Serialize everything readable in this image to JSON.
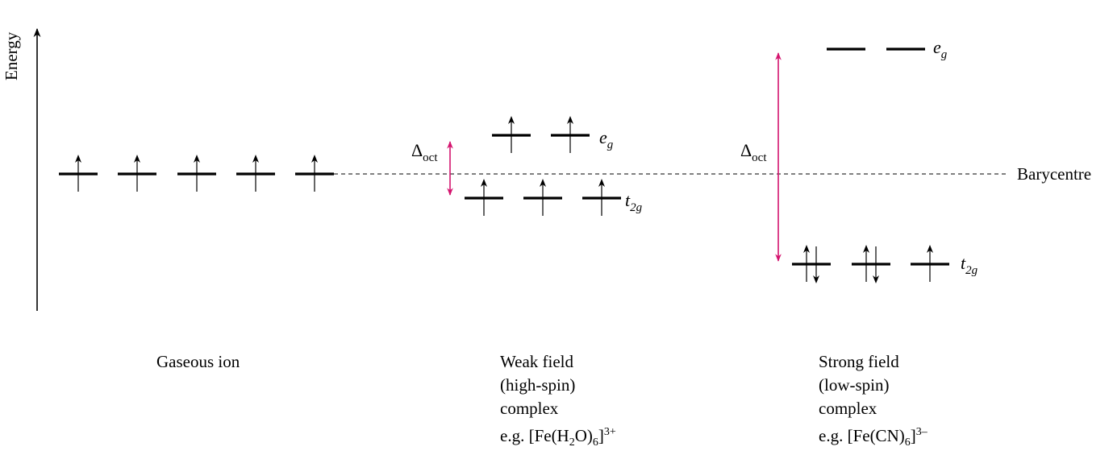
{
  "axis": {
    "label": "Energy"
  },
  "barycentre_label": "Barycentre",
  "colors": {
    "delta_arrow": "#d4146e",
    "line": "#000000"
  },
  "gaseous": {
    "caption": "Gaseous ion",
    "orbitals": [
      {
        "electrons": "up"
      },
      {
        "electrons": "up"
      },
      {
        "electrons": "up"
      },
      {
        "electrons": "up"
      },
      {
        "electrons": "up"
      }
    ]
  },
  "weak": {
    "delta": "Δ",
    "delta_sub": "oct",
    "eg_main": "e",
    "eg_sub": "g",
    "t2g_main": "t",
    "t2g_sub": "2g",
    "eg_orbitals": [
      {
        "electrons": "up"
      },
      {
        "electrons": "up"
      }
    ],
    "t2g_orbitals": [
      {
        "electrons": "up"
      },
      {
        "electrons": "up"
      },
      {
        "electrons": "up"
      }
    ],
    "caption_lines": [
      "Weak field",
      "(high-spin)",
      "complex"
    ],
    "example_prefix": "e.g. [Fe(H",
    "example_sub1": "2",
    "example_mid": "O)",
    "example_sub2": "6",
    "example_close": "]",
    "example_sup": "3+"
  },
  "strong": {
    "delta": "Δ",
    "delta_sub": "oct",
    "eg_main": "e",
    "eg_sub": "g",
    "t2g_main": "t",
    "t2g_sub": "2g",
    "eg_orbitals": [
      {
        "electrons": "none"
      },
      {
        "electrons": "none"
      }
    ],
    "t2g_orbitals": [
      {
        "electrons": "pair"
      },
      {
        "electrons": "pair"
      },
      {
        "electrons": "up"
      }
    ],
    "caption_lines": [
      "Strong field",
      "(low-spin)",
      "complex"
    ],
    "example_prefix": "e.g. [Fe(CN)",
    "example_sub": "6",
    "example_close": "]",
    "example_sup": "3–"
  }
}
